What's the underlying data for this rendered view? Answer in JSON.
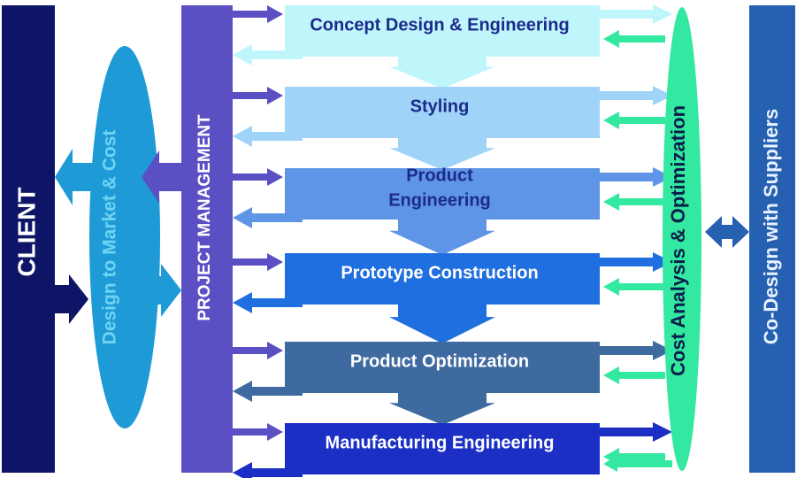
{
  "diagram": {
    "client_label": "CLIENT",
    "design_to_market_label": "Design to Market & Cost",
    "project_management_label": "PROJECT MANAGEMENT",
    "cost_analysis_label": "Cost Analysis & Optimization",
    "codesign_label": "Co-Design with Suppliers",
    "stages": [
      {
        "lines": [
          "Concept Design & Engineering"
        ],
        "color": "#bff6fb",
        "text_color": "#1c2a8c"
      },
      {
        "lines": [
          "Styling"
        ],
        "color": "#9fd3f7",
        "text_color": "#1c2a8c"
      },
      {
        "lines": [
          "Product",
          "Engineering"
        ],
        "color": "#5f95e6",
        "text_color": "#1c2a8c"
      },
      {
        "lines": [
          "Prototype Construction"
        ],
        "color": "#1f6fe0",
        "text_color": "#ffffff"
      },
      {
        "lines": [
          "Product Optimization"
        ],
        "color": "#3f6aa0",
        "text_color": "#ffffff"
      },
      {
        "lines": [
          "Manufacturing Engineering"
        ],
        "color": "#1c2fc4",
        "text_color": "#ffffff"
      }
    ],
    "colors": {
      "client": "#0e1566",
      "design_to_market": "#1e9bd6",
      "project_management": "#5b4fc4",
      "cost_analysis": "#33e8a0",
      "codesign": "#2660b0",
      "arrow_purple": "#5b4fc4",
      "arrow_green": "#33e8a0"
    }
  }
}
